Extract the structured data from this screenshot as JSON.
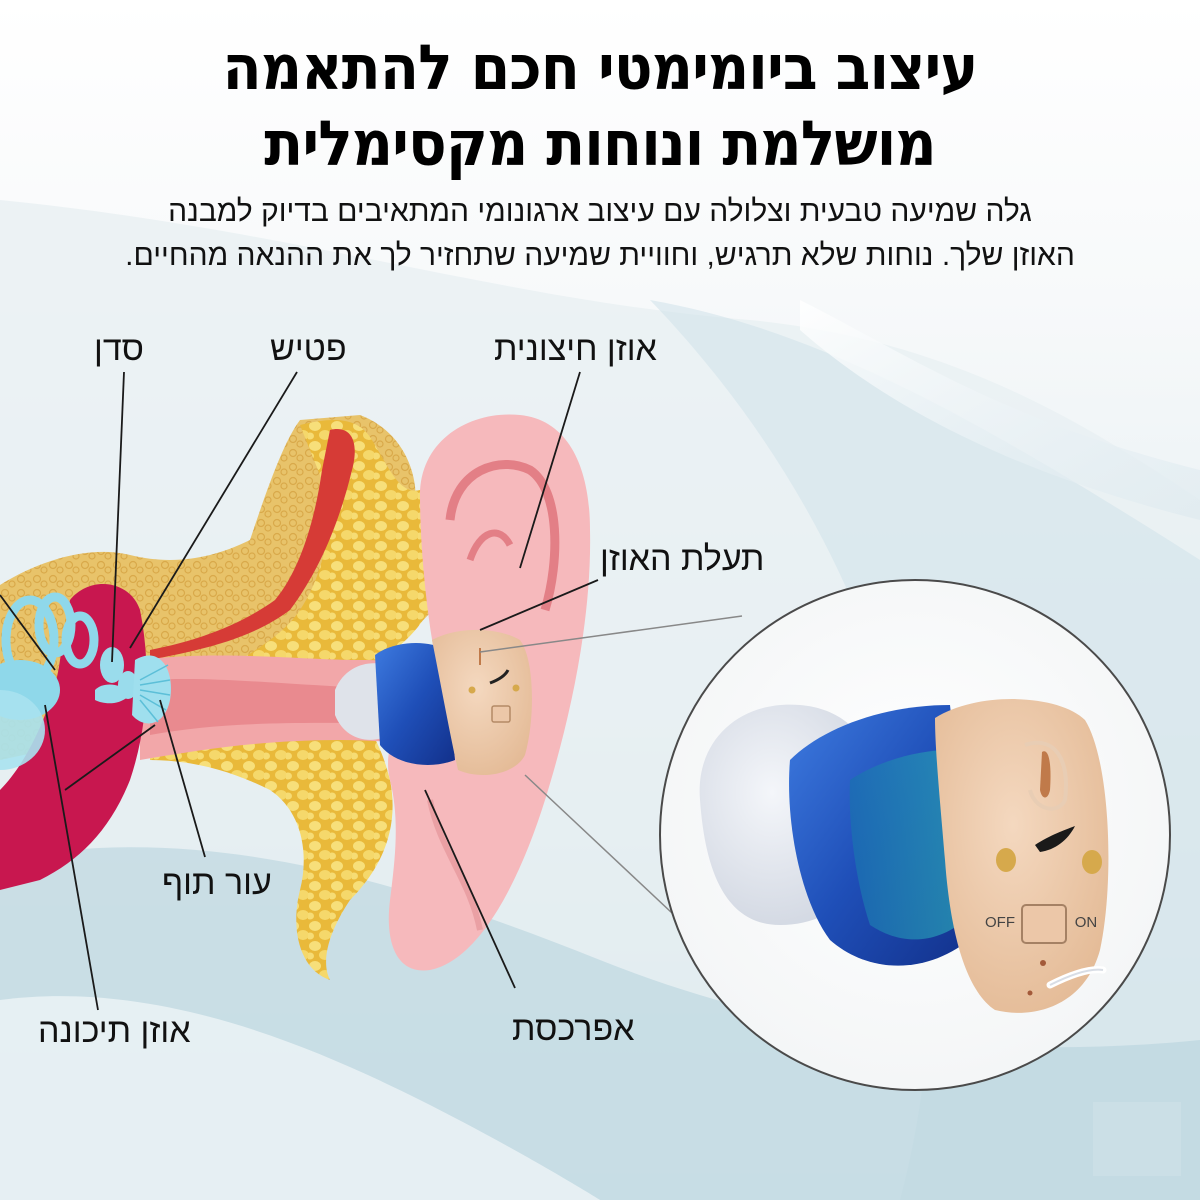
{
  "header": {
    "title_line1": "עיצוב ביומימטי חכם להתאמה",
    "title_line2": "מושלמת ונוחות מקסימלית",
    "subtitle_line1": "גלה שמיעה טבעית וצלולה עם עיצוב ארגונומי המתאיבים בדיוק למבנה",
    "subtitle_line2": "האוזן שלך. נוחות שלא תרגיש, וחוויית שמיעה שתחזיר לך את ההנאה מהחיים."
  },
  "labels": {
    "anvil": "סדן",
    "hammer": "פטיש",
    "outer_ear": "אוזן חיצונית",
    "ear_canal": "תעלת האוזן",
    "eardrum": "עור תוף",
    "middle_ear": "אוזן תיכונה",
    "auricle": "אפרכסת"
  },
  "device": {
    "switch_off": "OFF",
    "switch_on": "ON"
  },
  "colors": {
    "text": "#111111",
    "bg_blue": "#c9dfe6",
    "bone_yellow": "#e9c04a",
    "skin_pink": "#f4b3b5",
    "cochlea_blue": "#8fd8ea",
    "tissue_red": "#c8174f",
    "device_blue": "#1f4fb8",
    "device_beige": "#ecc7a8"
  }
}
